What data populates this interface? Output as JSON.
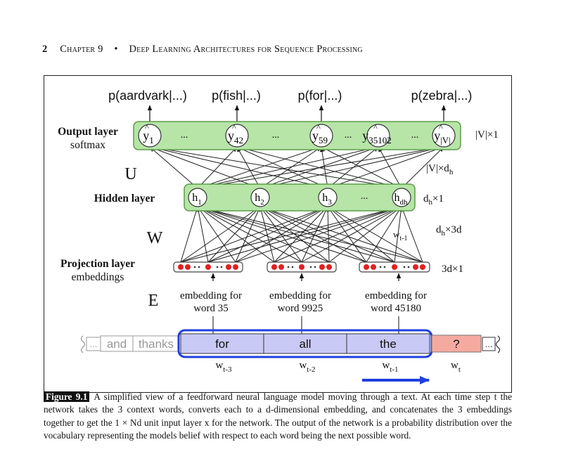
{
  "header": {
    "page_number": "2",
    "chapter": "Chapter 9",
    "separator": "•",
    "chapter_title": "Deep Learning Architectures for Sequence Processing"
  },
  "figure": {
    "outputs": [
      "p(aardvark|...)",
      "p(fish|...)",
      "p(for|...)",
      "p(zebra|...)"
    ],
    "output_layer": {
      "label": "Output layer",
      "sublabel": "softmax",
      "nodes": [
        {
          "base": "y",
          "sub": "1"
        },
        {
          "base": "y",
          "sub": "42"
        },
        {
          "base": "y",
          "sub": "59"
        },
        {
          "base": "y",
          "sub": "35102"
        },
        {
          "base": "y",
          "sub": "|V|"
        }
      ],
      "dots": "...",
      "dim": "|V|×1"
    },
    "u_matrix": {
      "label": "U",
      "dim_base": "|V|×d",
      "dim_sub": "h"
    },
    "hidden_layer": {
      "label": "Hidden layer",
      "nodes": [
        {
          "base": "h",
          "sub": "1"
        },
        {
          "base": "h",
          "sub": "2"
        },
        {
          "base": "h",
          "sub": "3"
        },
        {
          "base": "h",
          "sub": "dh"
        }
      ],
      "dots": "...",
      "dim_base": "d",
      "dim_sub": "h",
      "dim_tail": "×1"
    },
    "w_matrix": {
      "label": "W",
      "dim_base": "d",
      "dim_sub": "h",
      "dim_tail": "×3d",
      "ctx_base": "w",
      "ctx_sub": "t-1"
    },
    "projection_layer": {
      "label": "Projection layer",
      "sublabel": "embeddings",
      "dim": "3d×1"
    },
    "e_matrix": {
      "label": "E"
    },
    "embeddings": [
      {
        "line1": "embedding for",
        "line2": "word 35"
      },
      {
        "line1": "embedding for",
        "line2": "word 9925"
      },
      {
        "line1": "embedding for",
        "line2": "word 45180"
      }
    ],
    "tokens": {
      "left_ellipsis": "...",
      "prev": [
        "and",
        "thanks"
      ],
      "context": [
        "for",
        "all",
        "the"
      ],
      "target": "?",
      "right_ellipsis": "..."
    },
    "positions": [
      {
        "base": "w",
        "sub": "t-3"
      },
      {
        "base": "w",
        "sub": "t-2"
      },
      {
        "base": "w",
        "sub": "t-1"
      },
      {
        "base": "w",
        "sub": "t"
      }
    ],
    "colors": {
      "layer_fill": "#b7e4a7",
      "layer_stroke": "#5a9e48",
      "emb_dot": "#e02020",
      "context_fill": "#c9c9f5",
      "context_border": "#1f3fe0",
      "target_fill": "#f5aaa0",
      "arrow_blue": "#1f3fe0"
    }
  },
  "caption": {
    "label": "Figure 9.1",
    "text": "A simplified view of a feedforward neural language model moving through a text. At each time step t the network takes the 3 context words, converts each to a d-dimensional embedding, and concatenates the 3 embeddings together to get the 1 × Nd unit input layer x for the network. The output of the network is a probability distribution over the vocabulary representing the models belief with respect to each word being the next possible word."
  }
}
